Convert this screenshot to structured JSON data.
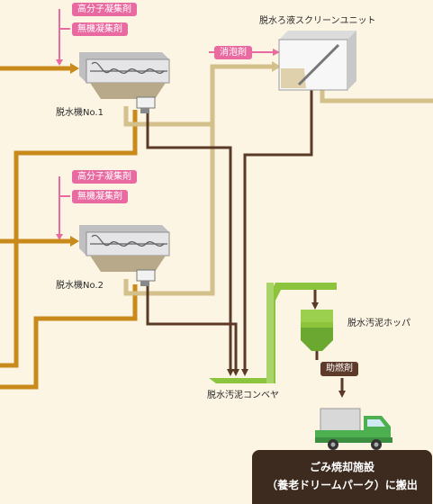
{
  "machines": [
    {
      "label": "脱水機No.1",
      "additives": [
        "高分子凝集剤",
        "無機凝集剤"
      ]
    },
    {
      "label": "脱水機No.2",
      "additives": [
        "高分子凝集剤",
        "無機凝集剤"
      ]
    }
  ],
  "screen_unit": {
    "label": "脱水ろ液スクリーンユニット",
    "additive": "消泡剤"
  },
  "conveyor": {
    "label": "脱水汚泥コンベヤ"
  },
  "hopper": {
    "label": "脱水汚泥ホッパ",
    "additive": "助燃剤"
  },
  "destination": {
    "line1": "ごみ焼却施設",
    "line2": "（養老ドリームパーク）に搬出"
  },
  "colors": {
    "feed": "#c98a1c",
    "filtrate": "#d4c08a",
    "sludge": "#5a3a26",
    "conveyor": "#8cc43e",
    "reagent": "#e96aa0",
    "truck": "#4caf50"
  }
}
